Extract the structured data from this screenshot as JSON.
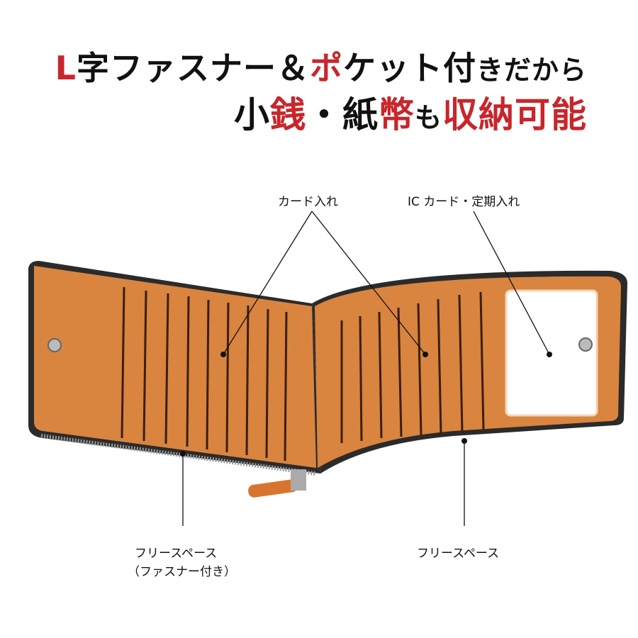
{
  "headline": {
    "line1": [
      {
        "text": "L",
        "red": true
      },
      {
        "text": "字ファスナー＆",
        "red": false
      },
      {
        "text": "ポ",
        "red": true
      },
      {
        "text": "ケット付",
        "red": false
      },
      {
        "text": "きだから",
        "red": false
      }
    ],
    "line2": [
      {
        "text": "小",
        "red": false
      },
      {
        "text": "銭",
        "red": true
      },
      {
        "text": "・紙",
        "red": false
      },
      {
        "text": "幣",
        "red": true
      },
      {
        "text": "も",
        "red": false
      },
      {
        "text": "収納可能",
        "red": true
      }
    ]
  },
  "labels": {
    "card_slots": "カード入れ",
    "ic_card": "IC カード・定期入れ",
    "free_space_left": "フリースペース",
    "free_space_left_note": "（ファスナー付き）",
    "free_space_right": "フリースペース"
  },
  "colors": {
    "accent_red": "#c8262b",
    "leather": "#d9843f",
    "edge": "#2b2b2b"
  }
}
